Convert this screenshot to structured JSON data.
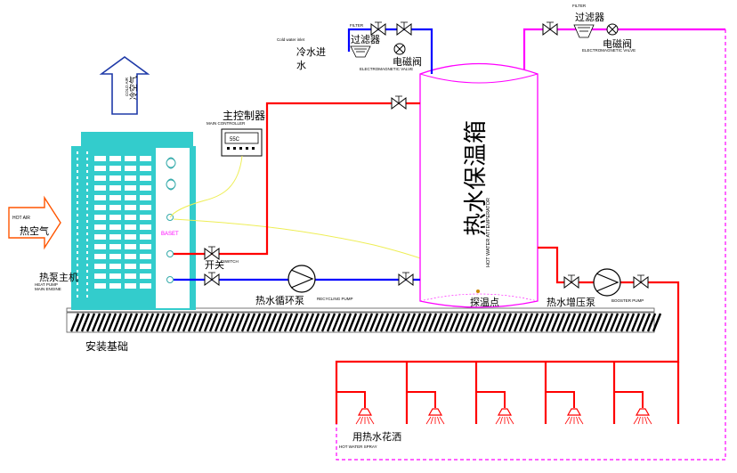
{
  "labels": {
    "cold_air_en": "COLD AIR",
    "cold_air_zh": "冷空气",
    "hot_air_en": "HOT AIR",
    "hot_air_zh": "热空气",
    "main_controller_zh": "主控制器",
    "main_controller_en": "MAIN CONTROLLER",
    "controller_display": "55C",
    "heat_pump_zh": "热泵主机",
    "heat_pump_en_1": "HEAT PUMP",
    "heat_pump_en_2": "MAIN ENGINE",
    "baset": "BASET",
    "switch_zh": "开关",
    "switch_en": "SWITCH",
    "circ_pump_zh": "热水循环泵",
    "circ_pump_en": "RECYCLING PUMP",
    "foundation_zh": "安装基础",
    "tank_zh": "热水保温箱",
    "tank_en": "HOT WATER ATTEMPERATOR",
    "probe_zh": "探温点",
    "booster_zh": "热水增压泵",
    "booster_en": "BOOSTER PUMP",
    "filter_left_en": "FILTER",
    "filter_left_zh": "过滤器",
    "solenoid_left_zh": "电磁阀",
    "solenoid_left_en": "ELECTROMAGNETIC VALVE",
    "cold_inlet_en": "Cold water inlet",
    "cold_inlet_zh_1": "冷水进",
    "cold_inlet_zh_2": "水",
    "filter_right_en": "FILTER",
    "filter_right_zh": "过滤器",
    "solenoid_right_zh": "电磁阀",
    "solenoid_right_en": "ELECTROMAGNETIC VALVE",
    "spray_zh": "用热水花洒",
    "spray_en": "HOT WATER SPRAY"
  },
  "colors": {
    "hot_pipe": "#ff0000",
    "cold_pipe": "#0000ff",
    "return_pipe": "#ff00ff",
    "heat_pump_body": "#33cccc",
    "tank_outline": "#ff00ff",
    "sensor_wire": "#ffff66",
    "foundation": "#000000"
  }
}
